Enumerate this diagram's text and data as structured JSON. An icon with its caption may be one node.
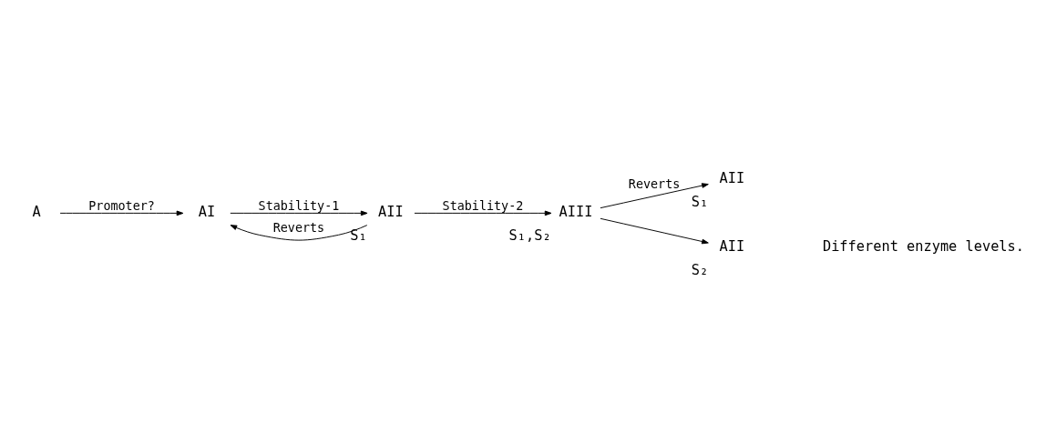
{
  "diagram": {
    "nodes": [
      {
        "text": [
          "A"
        ]
      },
      {
        "text": [
          "AI"
        ]
      },
      {
        "text": [
          "AII"
        ],
        "beside": [
          "S₁"
        ]
      },
      {
        "text": [
          "AIII"
        ],
        "beside": [
          "S₁,S₂"
        ]
      },
      {
        "text": [
          "AII"
        ],
        "beside": [
          "S₁"
        ]
      },
      {
        "text": [
          "AII"
        ],
        "beside": [
          "S₂"
        ]
      }
    ],
    "edges": [
      {
        "from": 0,
        "to": 1,
        "arrow": "to",
        "label": "Promoter?"
      },
      {
        "from": 1,
        "to": 2,
        "arrow": "to",
        "label": "Stability-1"
      },
      {
        "from": 2,
        "to": 1,
        "arrow": "to",
        "label": "Reverts"
      },
      {
        "from": 2,
        "to": 3,
        "arrow": "to",
        "label": "Stability-2"
      },
      {
        "from": 3,
        "to": 4,
        "arrow": "to",
        "label": "Reverts"
      },
      {
        "from": 3,
        "to": 5,
        "arrow": "to"
      }
    ],
    "labels": [
      "Different enzyme levels."
    ]
  }
}
